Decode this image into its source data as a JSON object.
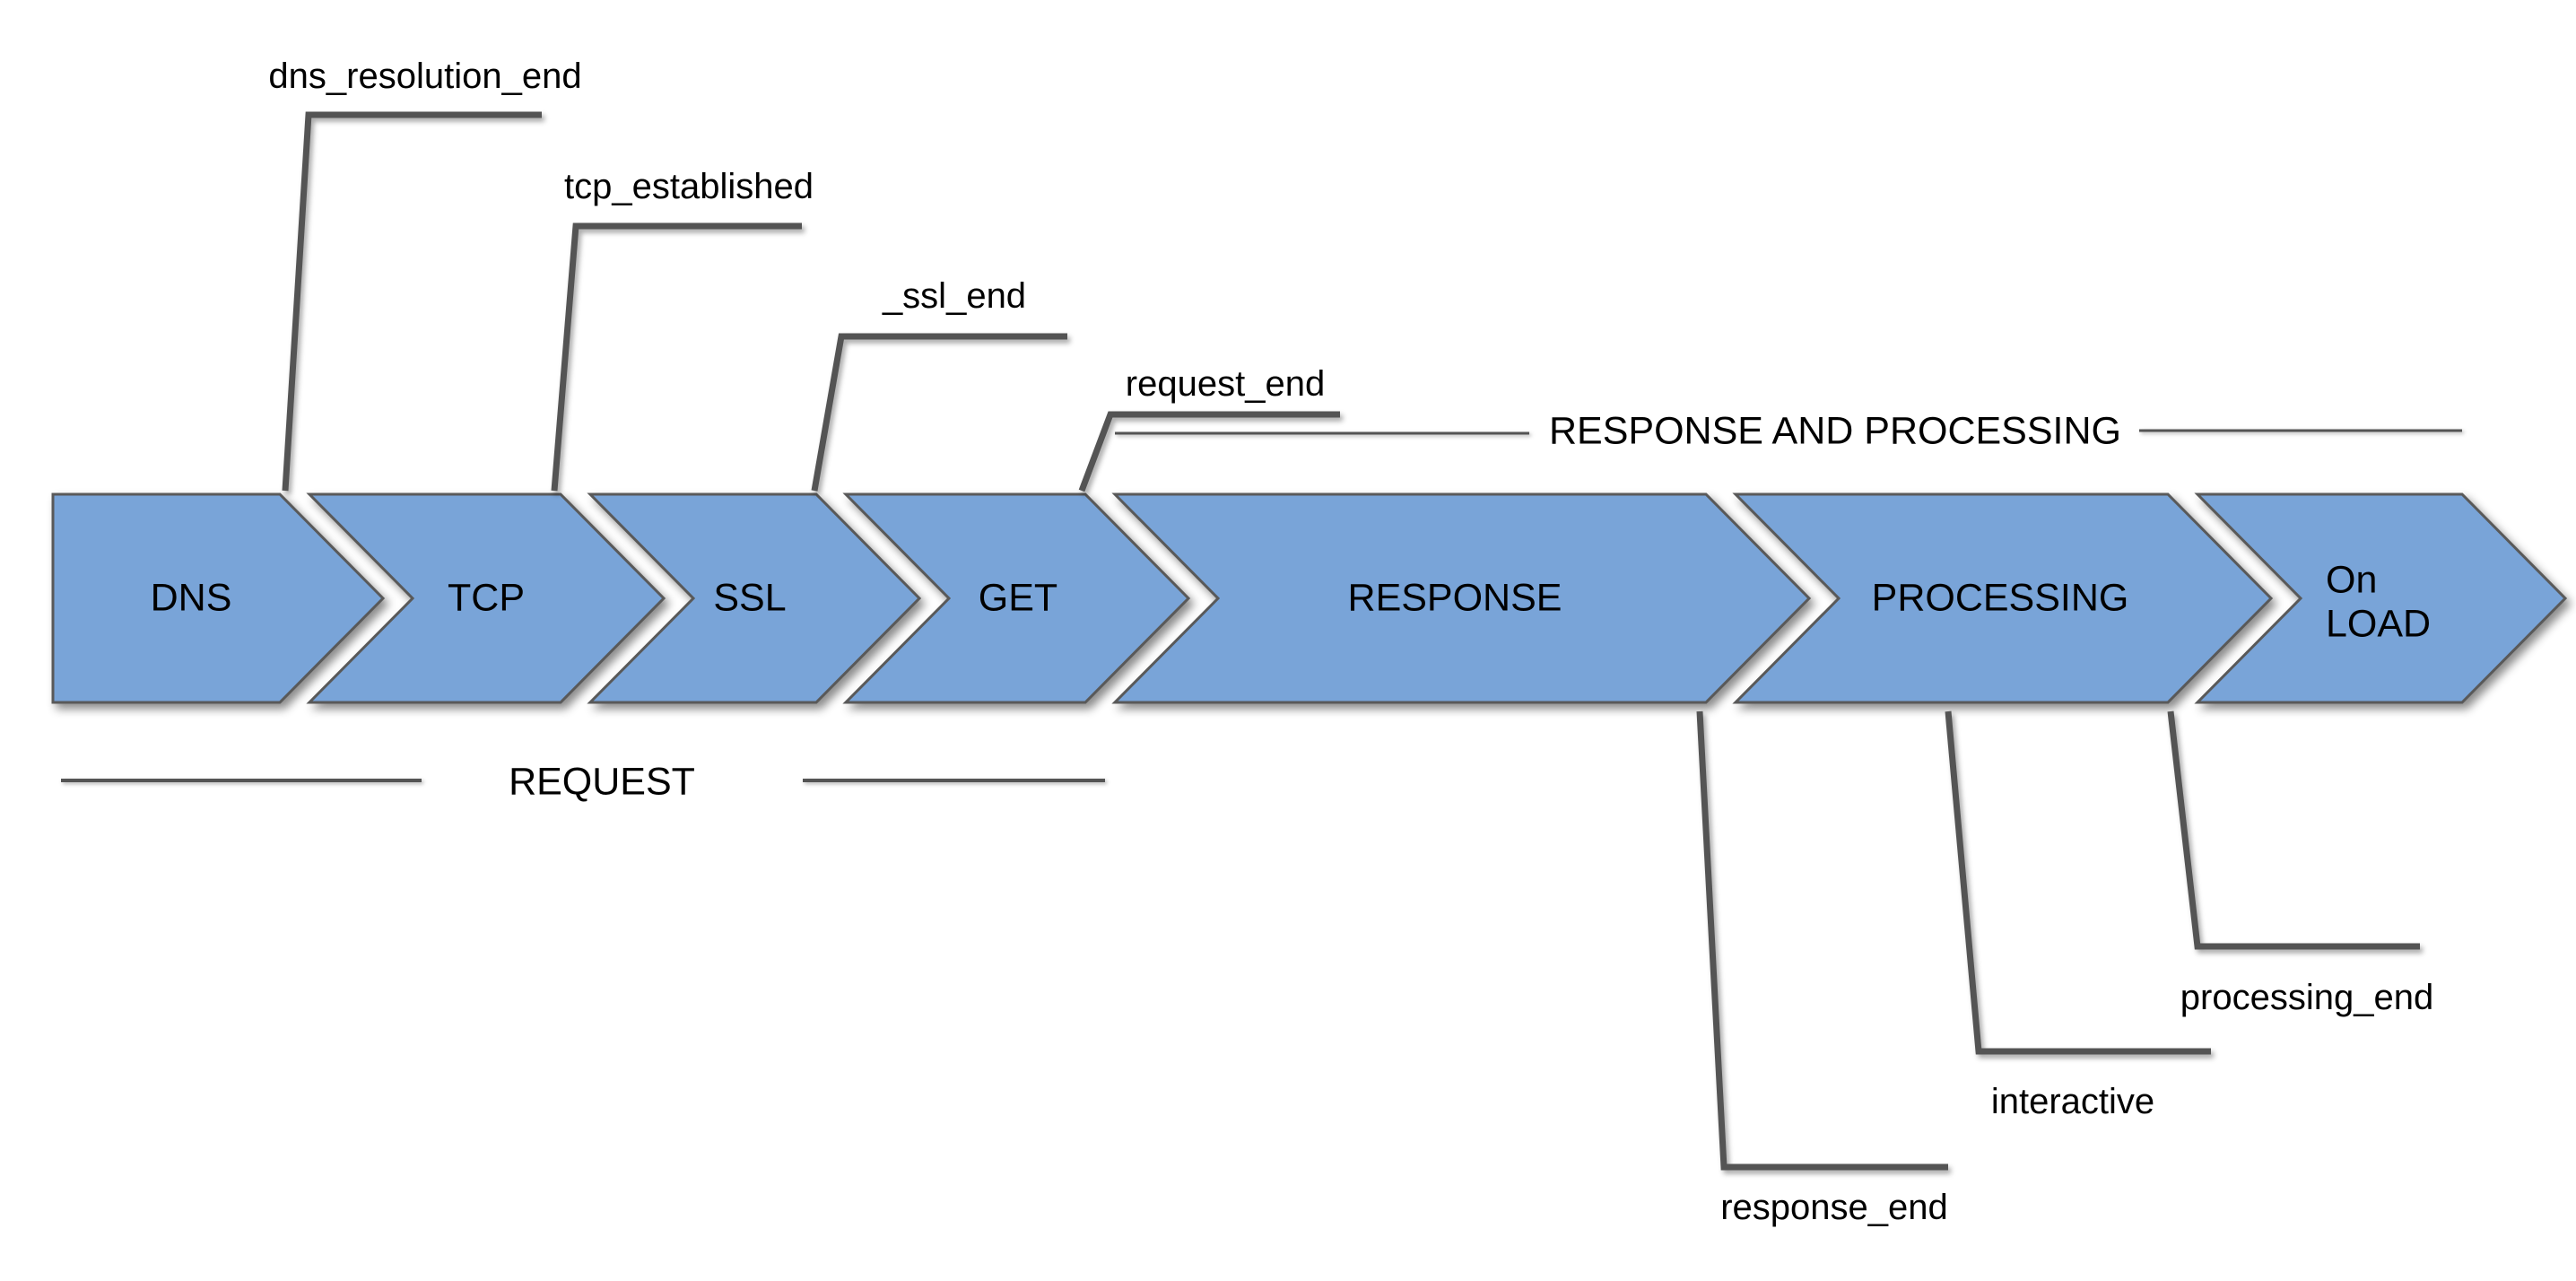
{
  "diagram": {
    "title_hint": "page load timeline phases",
    "phases": [
      {
        "label": "DNS"
      },
      {
        "label": "TCP"
      },
      {
        "label": "SSL"
      },
      {
        "label": "GET"
      },
      {
        "label": "RESPONSE"
      },
      {
        "label": "PROCESSING"
      },
      {
        "label": "On\nLOAD"
      }
    ],
    "top_callouts": [
      {
        "label": "dns_resolution_end"
      },
      {
        "label": "tcp_established"
      },
      {
        "label": "_ssl_end"
      },
      {
        "label": "request_end"
      }
    ],
    "bottom_callouts": [
      {
        "label": "response_end"
      },
      {
        "label": "interactive"
      },
      {
        "label": "processing_end"
      }
    ],
    "sections": [
      {
        "label": "REQUEST"
      },
      {
        "label": "RESPONSE AND PROCESSING"
      }
    ],
    "colors": {
      "phase_fill": "#79A4D8",
      "phase_border": "#595959",
      "line": "#545454",
      "text": "#000000",
      "background": "#FFFFFF"
    }
  }
}
